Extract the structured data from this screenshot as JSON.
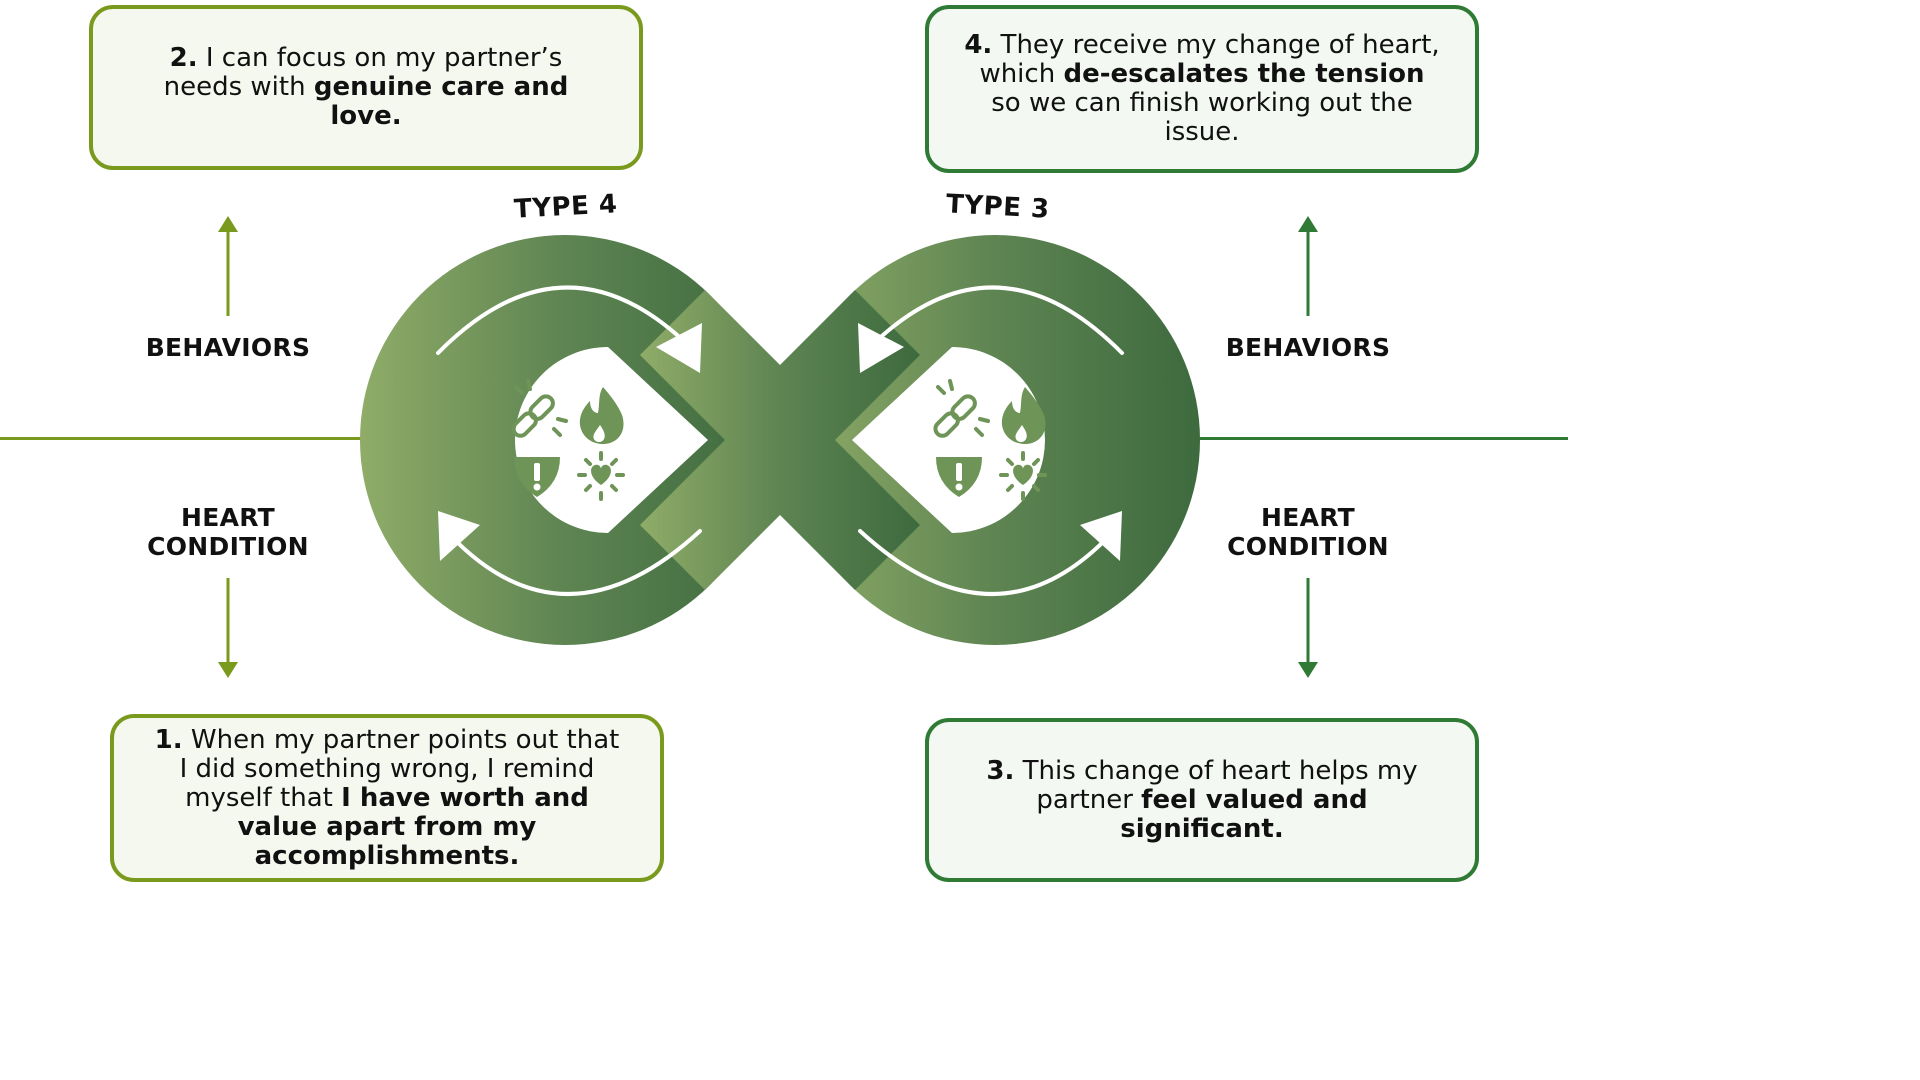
{
  "colors": {
    "lime": "#7a9a1e",
    "forest": "#2f7a34",
    "infinity_light": "#8fac68",
    "infinity_dark": "#3d6a3e",
    "icon_green": "#6f9457"
  },
  "boxes": {
    "box1": {
      "num": "1.",
      "pre": " When my partner points out that I did something wrong, I remind myself that ",
      "bold": "I have worth and value apart from my accomplishments.",
      "post": ""
    },
    "box2": {
      "num": "2.",
      "pre": " I can focus on my partner’s needs with ",
      "bold": "genuine care and love.",
      "post": ""
    },
    "box3": {
      "num": "3.",
      "pre": " This change of heart helps my partner ",
      "bold": "feel valued and significant.",
      "post": ""
    },
    "box4": {
      "num": "4.",
      "pre": " They receive my change of heart, which ",
      "bold": "de-escalates the tension",
      "post": " so we can finish working out the issue."
    }
  },
  "labels": {
    "behaviors": "BEHAVIORS",
    "heart_line1": "HEART",
    "heart_line2": "CONDITION",
    "type4": "TYPE 4",
    "type3": "TYPE 3"
  },
  "icons": [
    "broken-link-icon",
    "flame-icon",
    "warning-shield-icon",
    "heart-burst-icon"
  ]
}
